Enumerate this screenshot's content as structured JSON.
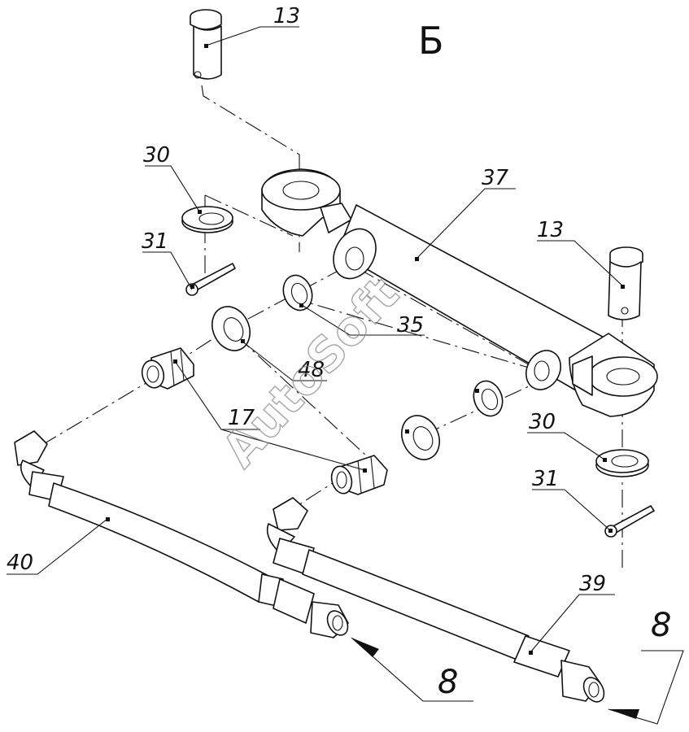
{
  "view_label": "Б",
  "watermark": "AutoSoft",
  "callouts": {
    "pin_top": "13",
    "pin_right": "13",
    "washer_left": "30",
    "washer_right": "30",
    "cotter_left": "31",
    "cotter_right": "31",
    "cylinder": "37",
    "ring": "35",
    "seal": "48",
    "fitting": "17",
    "hose_left": "40",
    "hose_right": "39",
    "arrow_left": "8",
    "arrow_right": "8"
  }
}
